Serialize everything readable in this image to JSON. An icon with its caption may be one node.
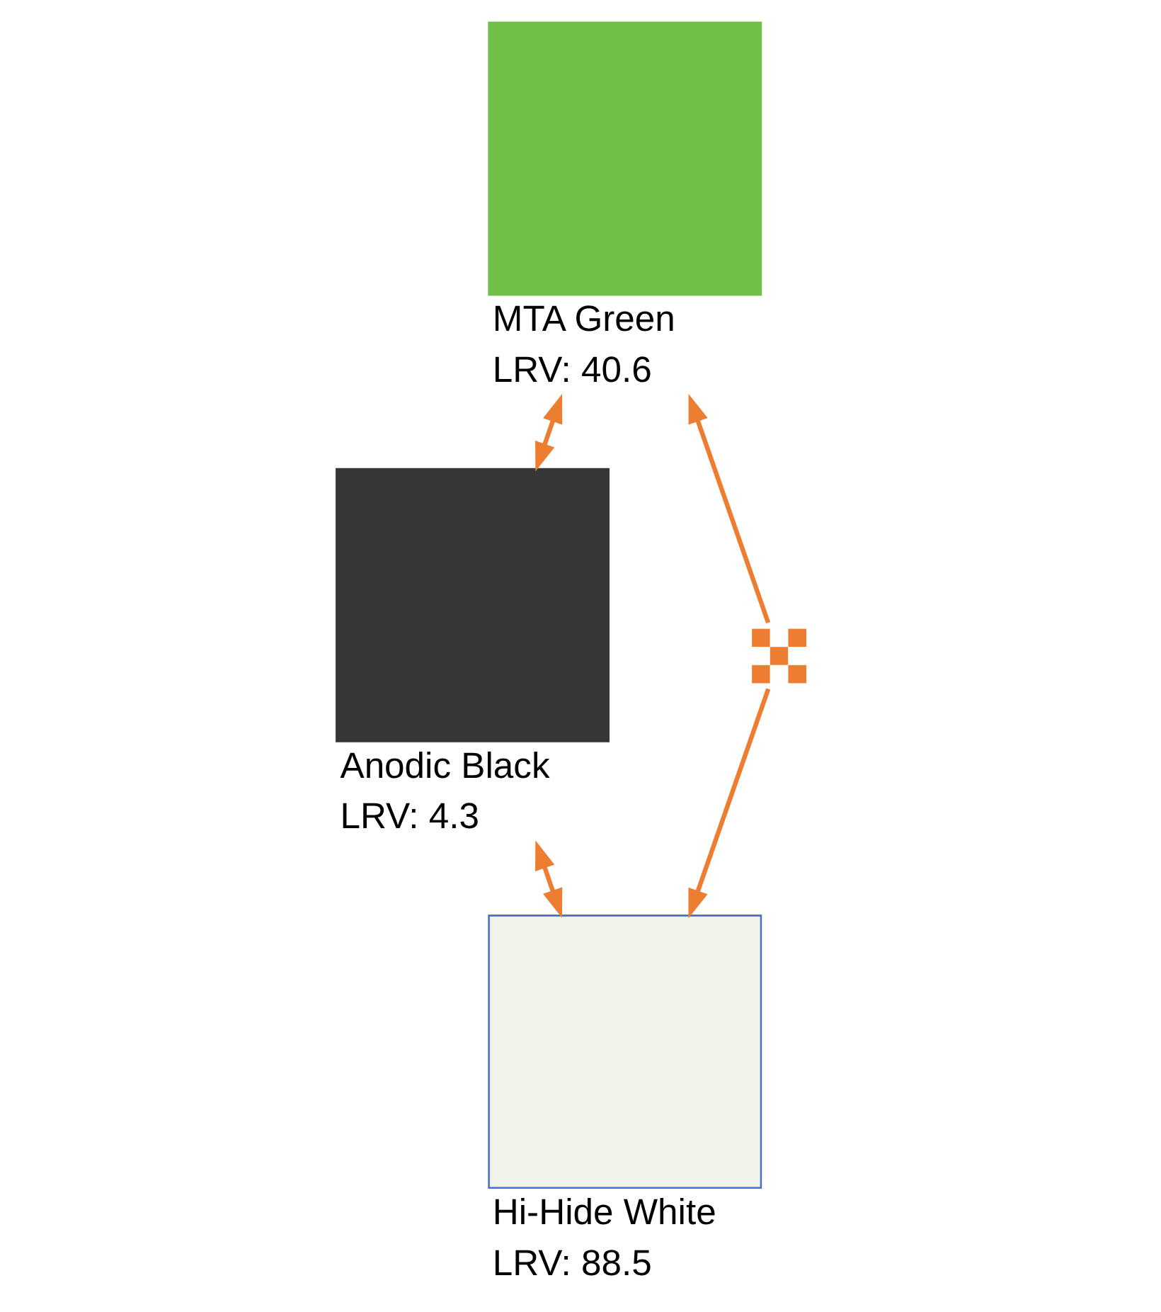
{
  "diagram": {
    "nodes": [
      {
        "text": [
          "MTA Green",
          "LRV: 40.6"
        ]
      },
      {
        "text": [
          "Anodic Black",
          "LRV: 4.3"
        ]
      },
      {
        "text": [],
        "shape": "cross"
      },
      {
        "text": [
          "Hi-Hide White",
          "LRV: 88.5"
        ]
      }
    ],
    "edges": [
      {
        "from": 0,
        "to": 1,
        "arrow": "both"
      },
      {
        "from": 2,
        "to": 0,
        "arrow": "to"
      },
      {
        "from": 2,
        "to": 3,
        "arrow": "to"
      },
      {
        "from": 3,
        "to": 1,
        "arrow": "both"
      }
    ]
  }
}
